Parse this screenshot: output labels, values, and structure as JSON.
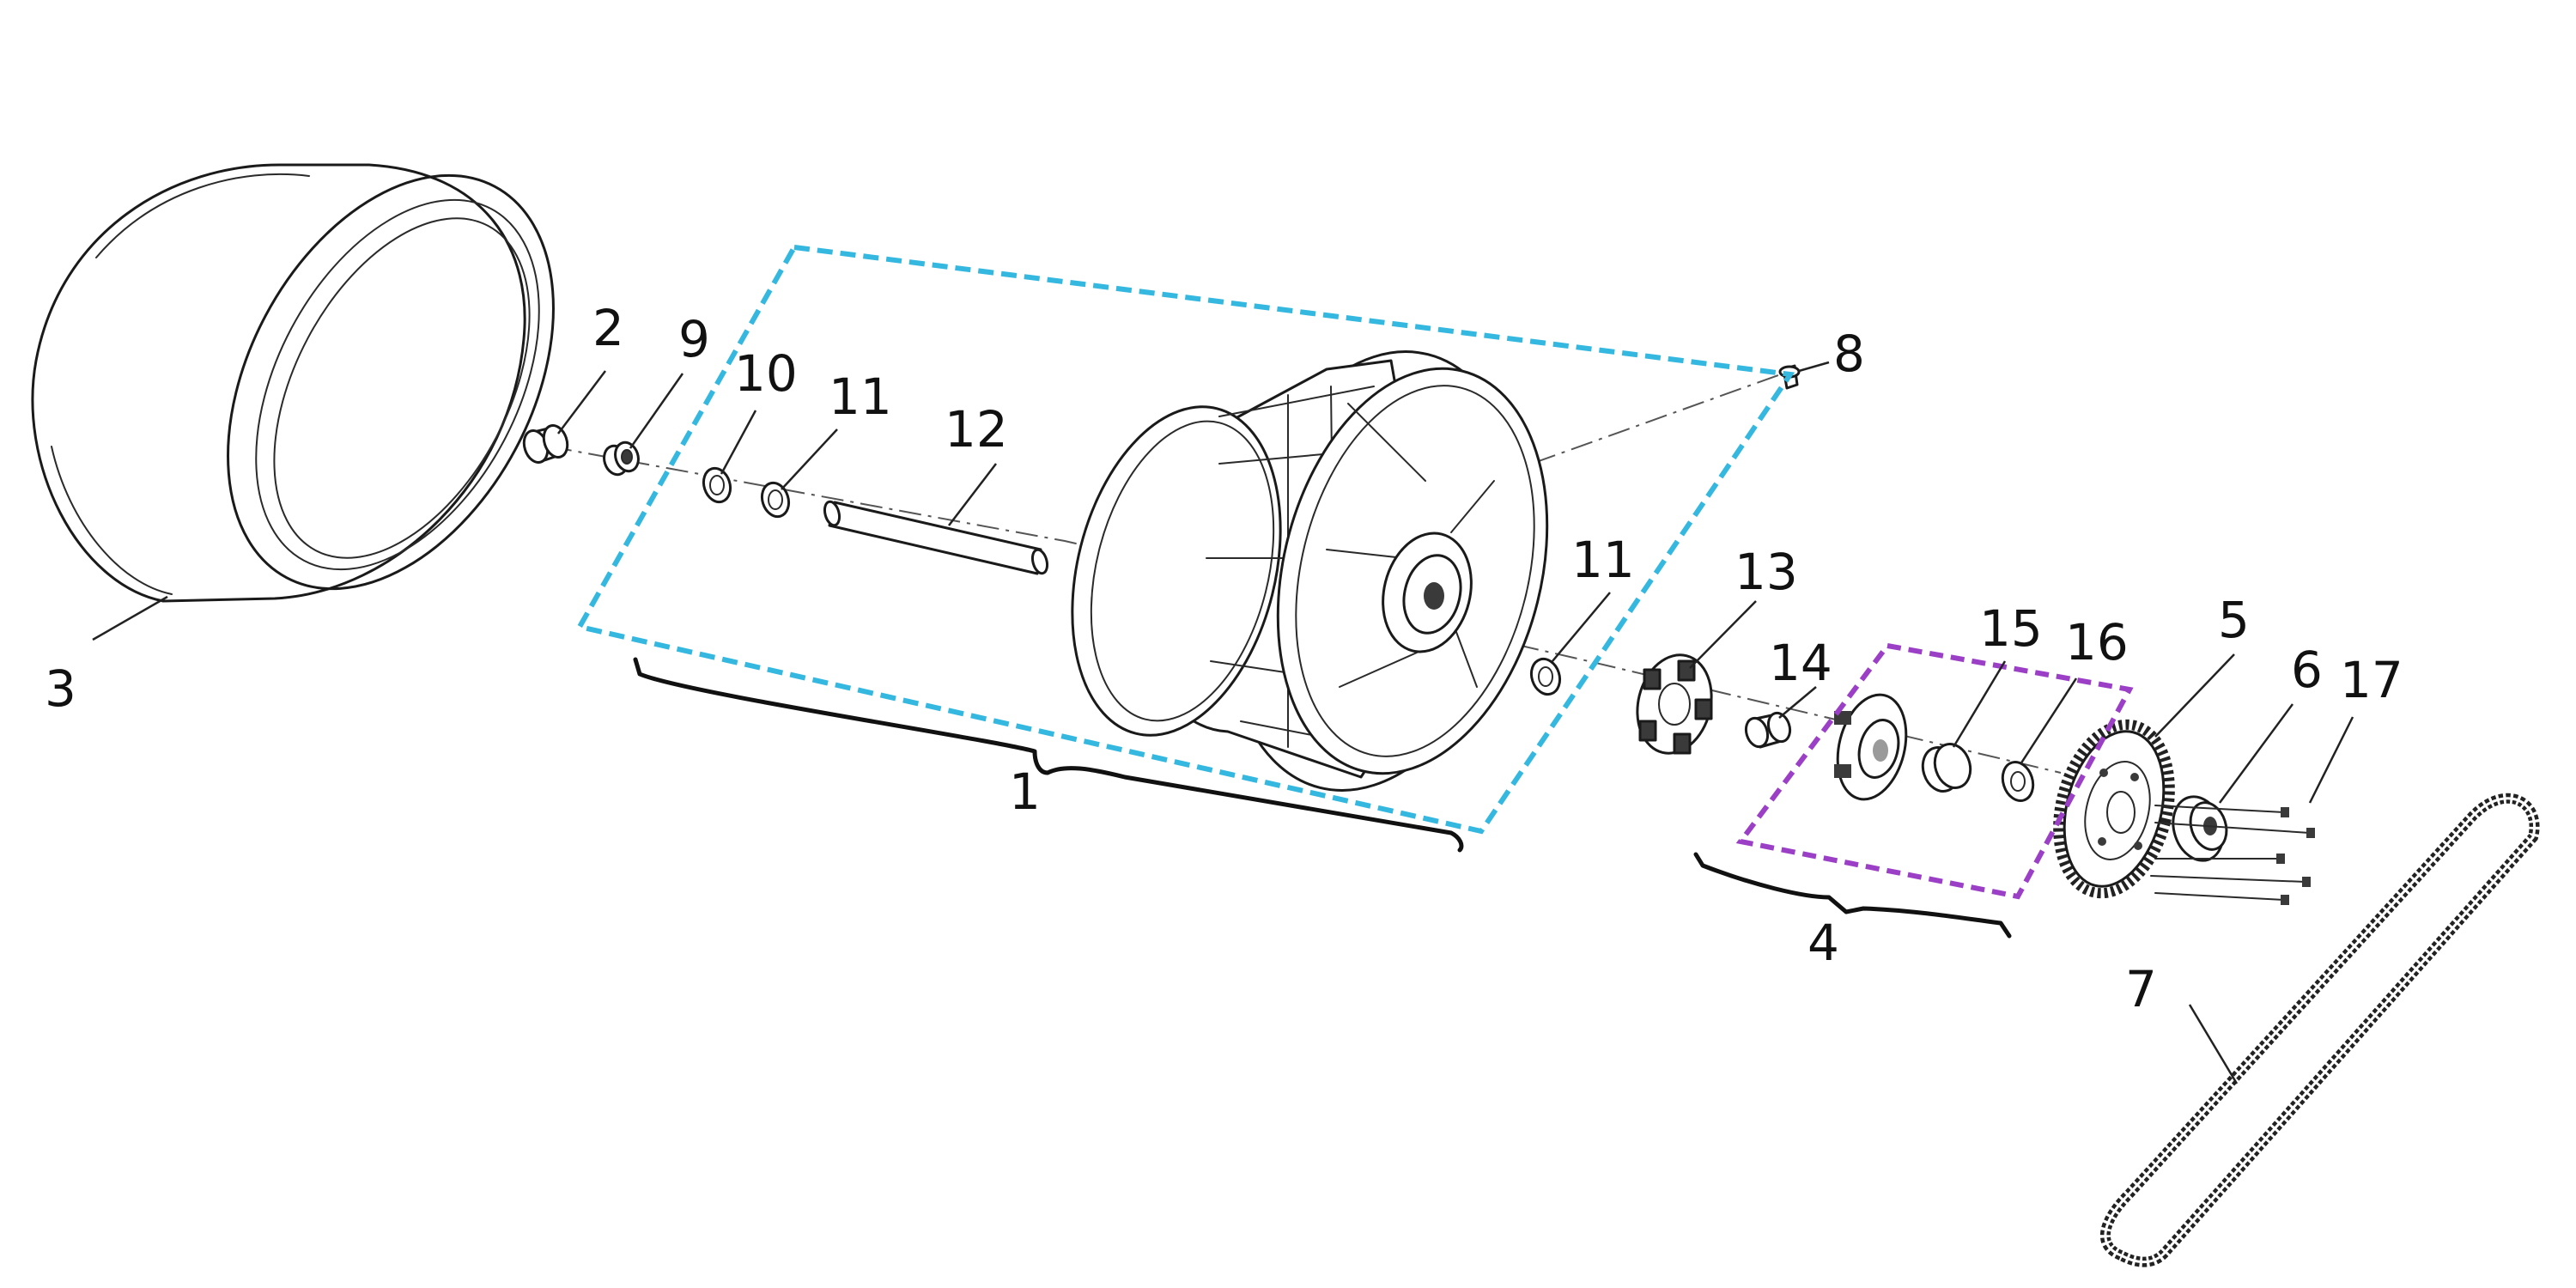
{
  "colors": {
    "rim_group_outline": "#35b8e0",
    "hub_group_outline": "#9b3fc6",
    "line_art": "#1a1a1a",
    "background": "#ffffff"
  },
  "labels": {
    "p1": "1",
    "p2": "2",
    "p3": "3",
    "p4": "4",
    "p5": "5",
    "p6": "6",
    "p7": "7",
    "p8": "8",
    "p9": "9",
    "p10": "10",
    "p11a": "11",
    "p11b": "11",
    "p12": "12",
    "p13": "13",
    "p14": "14",
    "p15": "15",
    "p16": "16",
    "p17": "17"
  }
}
